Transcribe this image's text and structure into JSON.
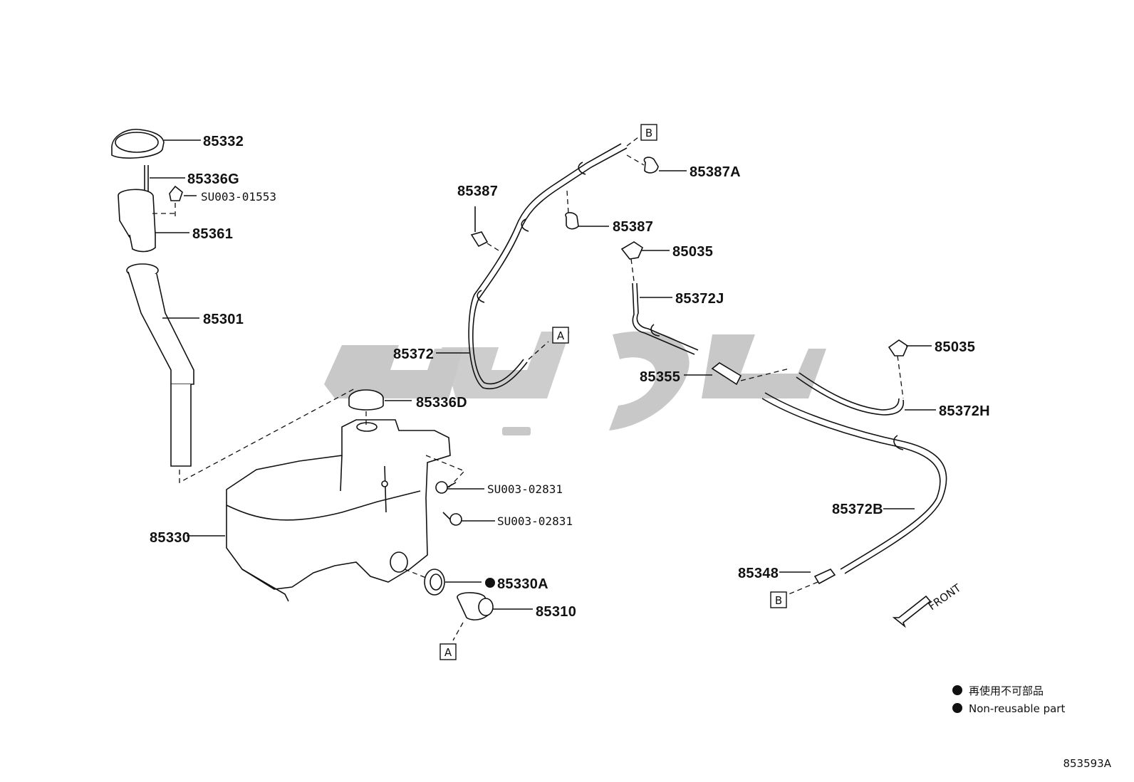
{
  "labels": {
    "p85332": "85332",
    "p85336G": "85336G",
    "pSU003_01553": "SU003-01553",
    "p85361": "85361",
    "p85301": "85301",
    "p85387_top": "85387",
    "p85387A": "85387A",
    "p85387_mid": "85387",
    "p85035_top": "85035",
    "p85372J": "85372J",
    "p85372": "85372",
    "p85355": "85355",
    "p85336D": "85336D",
    "p85035_right": "85035",
    "p85372H": "85372H",
    "pSU003_02831_a": "SU003-02831",
    "pSU003_02831_b": "SU003-02831",
    "p85330": "85330",
    "p85372B": "85372B",
    "p85330A": "85330A",
    "p85310": "85310",
    "p85348": "85348"
  },
  "ref_boxes": {
    "b_top": "B",
    "a_mid": "A",
    "a_bottom": "A",
    "b_bottom": "B"
  },
  "direction": "FRONT",
  "legend": {
    "line1": "再使用不可部品",
    "line2": "Non-reusable part"
  },
  "figure_number": "853593A"
}
